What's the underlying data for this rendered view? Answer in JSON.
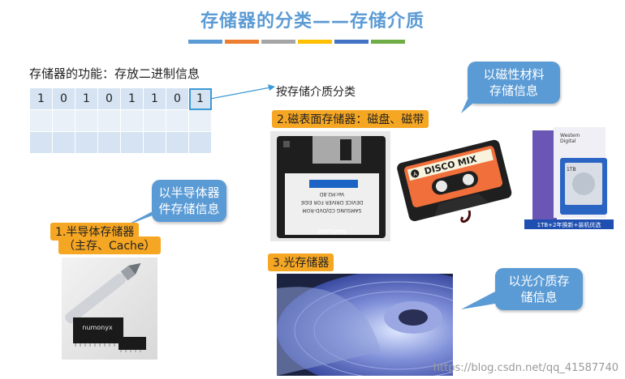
{
  "title": "存储器的分类——存储介质",
  "color_bars": [
    "#5b9bd5",
    "#ed7d31",
    "#a5a5a5",
    "#ffc000",
    "#4472c4",
    "#70ad47"
  ],
  "intro": "存储器的功能：存放二进制信息",
  "classify_label": "按存储介质分类",
  "bits": [
    "1",
    "0",
    "1",
    "0",
    "1",
    "1",
    "0",
    "1"
  ],
  "callouts": {
    "magnetic": "以磁性材料\n存储信息",
    "semiconductor": "以半导体器\n件存储信息",
    "optical": "以光介质存\n储信息"
  },
  "categories": {
    "semiconductor": {
      "label": "1.半导体存储器",
      "sub": "（主存、Cache）"
    },
    "magnetic": {
      "label": "2.磁表面存储器：磁盘、磁带"
    },
    "optical": {
      "label": "3.光存储器"
    }
  },
  "floppy_text": {
    "brand": "SAMSUNG",
    "lines": [
      "SAMSUNG CD/DVD-ROM",
      "DEVICE DRIVER FOR EIDE",
      "Ver.M2.8D"
    ]
  },
  "cassette_text": "DISCO MIX",
  "cassette_side": "A",
  "hdd_text": {
    "brand_line1": "Western",
    "brand_line2": "Digital",
    "box_caption": "1TB+2年换新+装机优选",
    "drive_label": "1TB"
  },
  "chip_brand": "numonyx",
  "watermark": "https://blog.csdn.net/qq_41587740"
}
